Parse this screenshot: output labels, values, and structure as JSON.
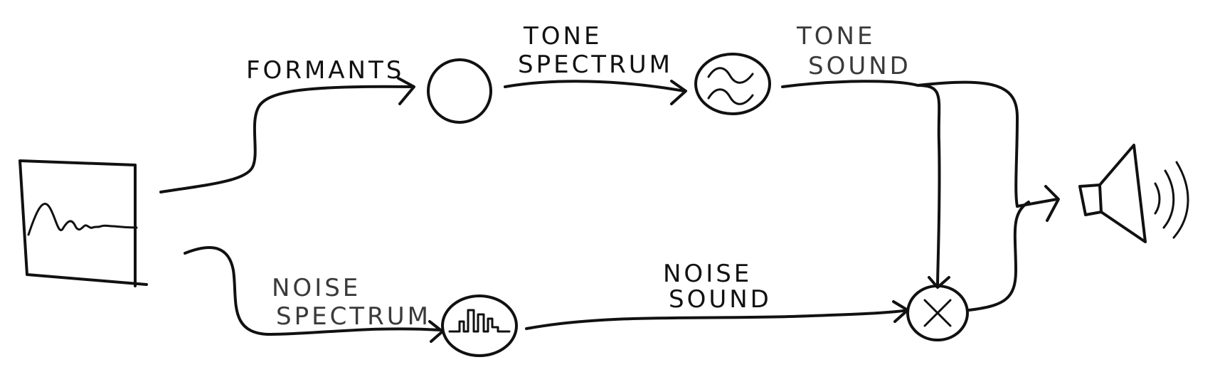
{
  "diagram": {
    "labels": {
      "formants": "FORMANTS",
      "tone_line1": "TONE",
      "tone_line2": "SPECTRUM",
      "tone_sound_line1": "TONE",
      "tone_sound_line2": "SOUND",
      "noise_spectrum_line1": "NOISE",
      "noise_spectrum_line2": "SPECTRUM",
      "noise_sound_line1": "NOISE",
      "noise_sound_line2": "SOUND"
    },
    "nodes": [
      "input-waveform-frame",
      "formant-node",
      "tone-oscillator-node",
      "noise-filter-node",
      "multiply-node",
      "speaker"
    ],
    "edges": [
      {
        "from": "input-waveform-frame",
        "to": "formant-node",
        "label": "FORMANTS"
      },
      {
        "from": "formant-node",
        "to": "tone-oscillator-node",
        "label": "TONE SPECTRUM"
      },
      {
        "from": "tone-oscillator-node",
        "to": "multiply-node",
        "label": "TONE SOUND"
      },
      {
        "from": "tone-oscillator-node",
        "to": "speaker",
        "label": "TONE SOUND"
      },
      {
        "from": "input-waveform-frame",
        "to": "noise-filter-node",
        "label": "NOISE SPECTRUM"
      },
      {
        "from": "noise-filter-node",
        "to": "multiply-node",
        "label": "NOISE SOUND"
      },
      {
        "from": "multiply-node",
        "to": "speaker",
        "label": ""
      }
    ]
  }
}
